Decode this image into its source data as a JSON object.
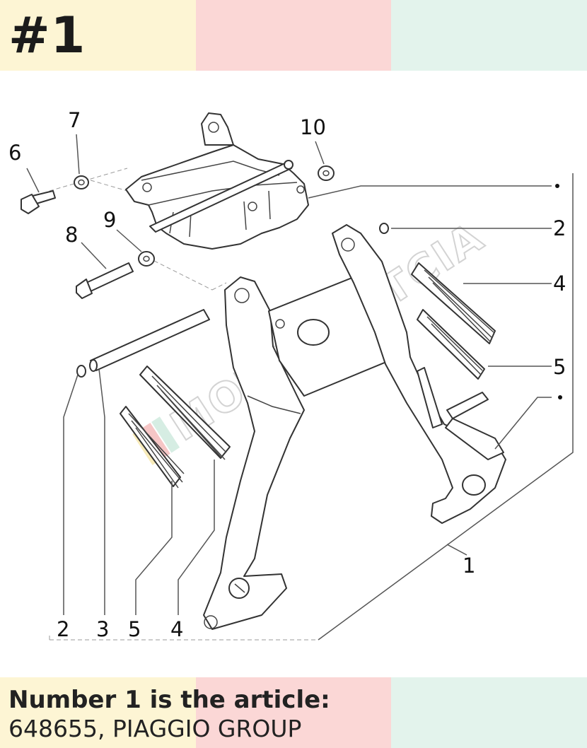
{
  "header": {
    "badge": "#1"
  },
  "palette": {
    "yellow": "#fdf5d4",
    "pink": "#fbd7d6",
    "mint": "#e3f3ec"
  },
  "diagram": {
    "labels": {
      "l1": "1",
      "l2_right": "2",
      "l2_bottom": "2",
      "l3": "3",
      "l4_right": "4",
      "l4_bottom": "4",
      "l5_right": "5",
      "l5_bottom": "5",
      "l6": "6",
      "l7": "7",
      "l8": "8",
      "l9": "9",
      "l10": "10"
    },
    "watermark": "MOTORKUTCIA"
  },
  "caption": {
    "line1": "Number 1 is the article:",
    "line2": "648655, PIAGGIO GROUP"
  }
}
